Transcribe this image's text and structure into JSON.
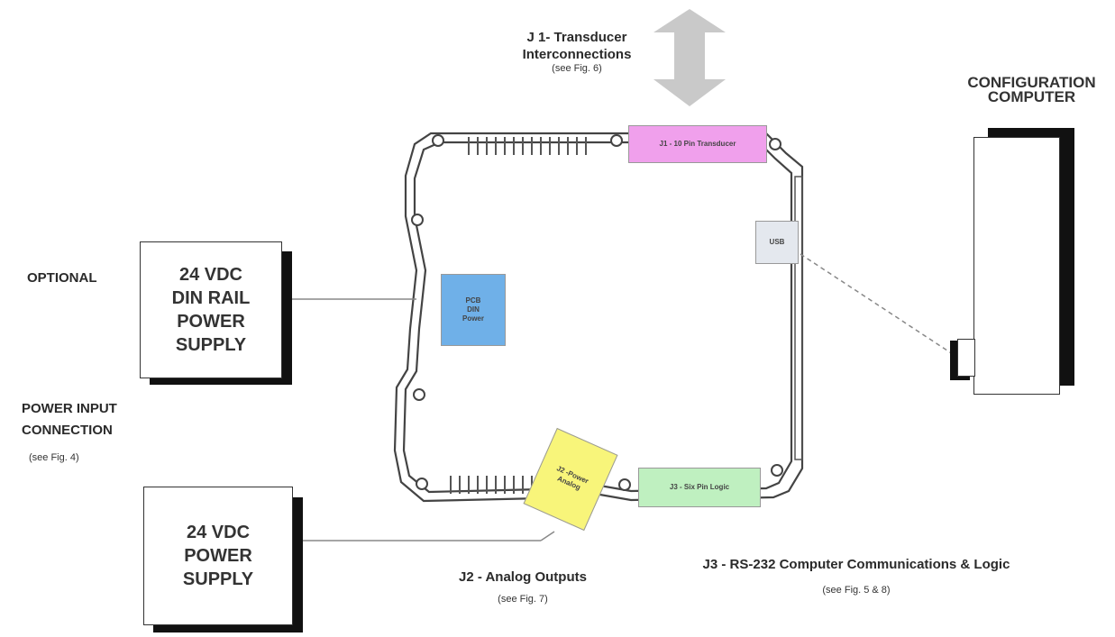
{
  "j1": {
    "line1": "J 1- Transducer",
    "line2": "Interconnections",
    "ref": "(see Fig. 6)"
  },
  "computer": {
    "line1": "CONFIGURATION",
    "line2": "COMPUTER"
  },
  "optional_label": "OPTIONAL",
  "din_supply": {
    "line1": "24 VDC",
    "line2": "DIN RAIL",
    "line3": "POWER",
    "line4": "SUPPLY"
  },
  "power_input": {
    "line1": "POWER INPUT",
    "line2": "CONNECTION",
    "ref": "(see Fig. 4)"
  },
  "supply": {
    "line1": "24 VDC",
    "line2": "POWER",
    "line3": "SUPPLY"
  },
  "j2": {
    "label": "J2 - Analog Outputs",
    "ref": "(see Fig. 7)"
  },
  "j3": {
    "label": "J3 - RS-232 Computer Communications & Logic",
    "ref": "(see Fig. 5 & 8)"
  },
  "connectors": {
    "j1": "J1 - 10 Pin Transducer",
    "usb": "USB",
    "pcb_line1": "PCB",
    "pcb_line2": "DIN",
    "pcb_line3": "Power",
    "j2_line1": "J2 -Power",
    "j2_line2": "Analog",
    "j3": "J3 - Six Pin Logic"
  },
  "colors": {
    "j1_connector": "#f0a0ec",
    "usb_connector": "#e4e8ee",
    "pcb_connector": "#6fb0e8",
    "j2_connector": "#f8f57a",
    "j3_connector": "#bff0c0",
    "arrow": "#c9c9c9"
  }
}
